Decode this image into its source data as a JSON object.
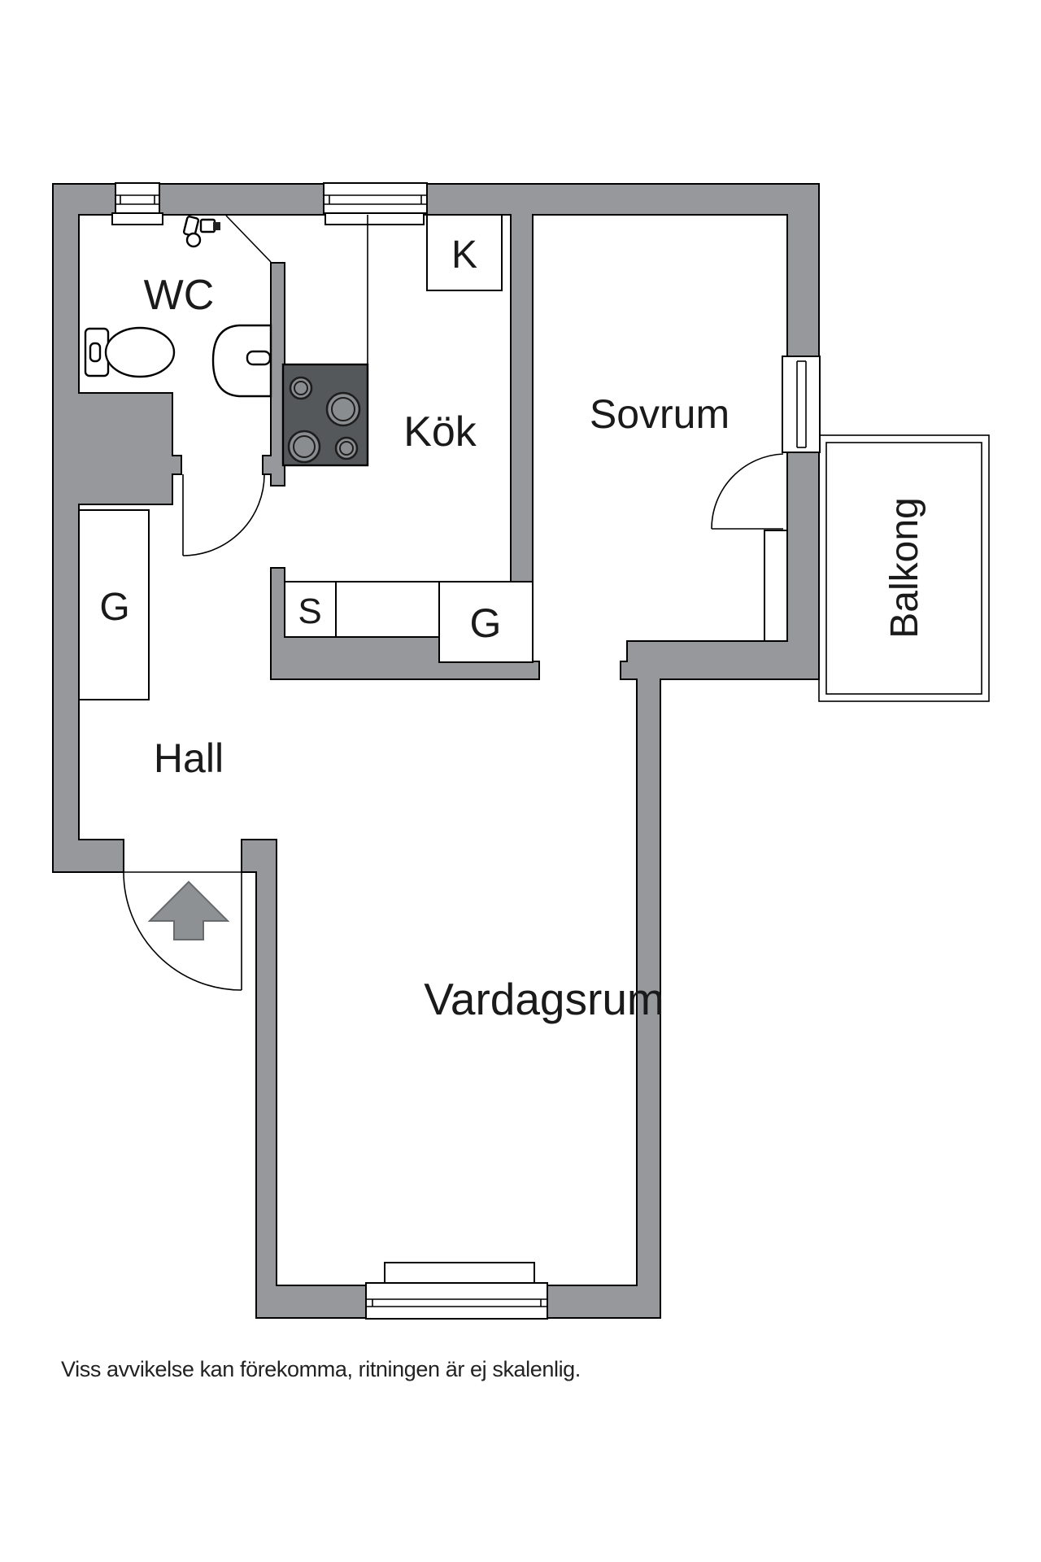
{
  "plan": {
    "rooms": {
      "wc": "WC",
      "kitchen": "Kök",
      "bedroom": "Sovrum",
      "hall": "Hall",
      "living_room": "Vardagsrum",
      "balcony": "Balkong"
    },
    "closets": {
      "fridge": "K",
      "s_cabinet": "S",
      "g_cabinet_kitchen": "G",
      "g_cabinet_hall": "G"
    },
    "caption": "Viss avvikelse kan förekomma, ritningen är ej skalenlig.",
    "colors": {
      "wall": "#96989b",
      "outline": "#000000",
      "stove": "#55585a",
      "burner": "#8a8d90",
      "arrow": "#8e9194",
      "background": "#ffffff",
      "text": "#1a1a1a"
    }
  }
}
